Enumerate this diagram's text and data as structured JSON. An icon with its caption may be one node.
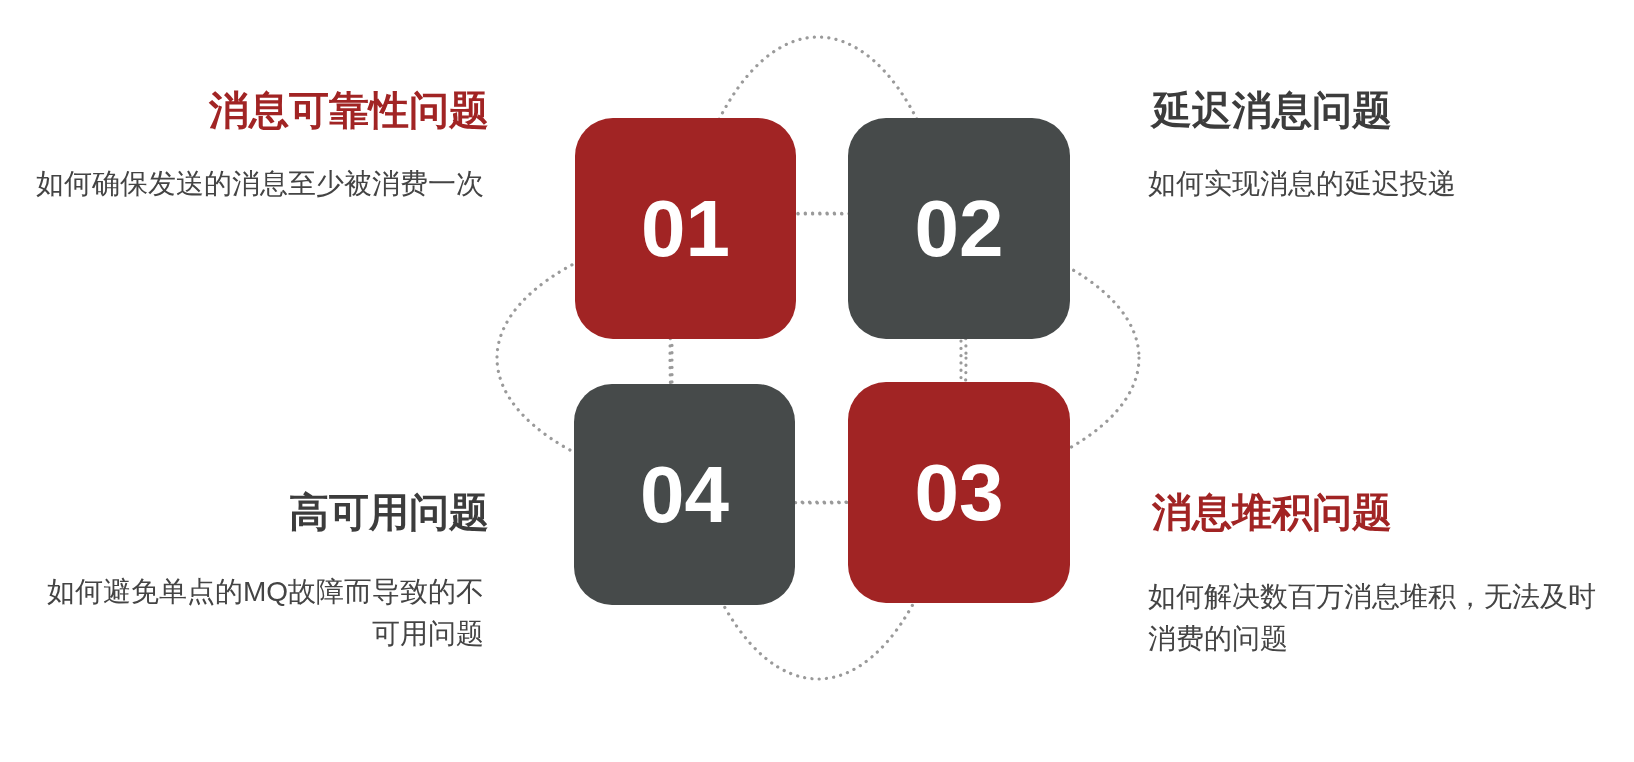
{
  "diagram": {
    "nodes": [
      {
        "text": [
          "01"
        ],
        "beside": [
          "消息可靠性问题",
          "如何确保发送的消息至少被消费一次"
        ]
      },
      {
        "text": [
          "02"
        ],
        "beside": [
          "延迟消息问题",
          "如何实现消息的延迟投递"
        ]
      },
      {
        "text": [
          "03"
        ],
        "beside": [
          "消息堆积问题",
          "如何解决数百万消息堆积，无法及时消费的问题"
        ]
      },
      {
        "text": [
          "04"
        ],
        "beside": [
          "高可用问题",
          "如何避免单点的MQ故障而导致的不可用问题"
        ]
      }
    ],
    "edges": [
      {
        "from": 0,
        "to": 1,
        "arrow": "none",
        "style": "dashed"
      },
      {
        "from": 1,
        "to": 2,
        "arrow": "none",
        "style": "dashed"
      },
      {
        "from": 2,
        "to": 3,
        "arrow": "none",
        "style": "dashed"
      },
      {
        "from": 3,
        "to": 0,
        "arrow": "none",
        "style": "dashed"
      }
    ]
  }
}
